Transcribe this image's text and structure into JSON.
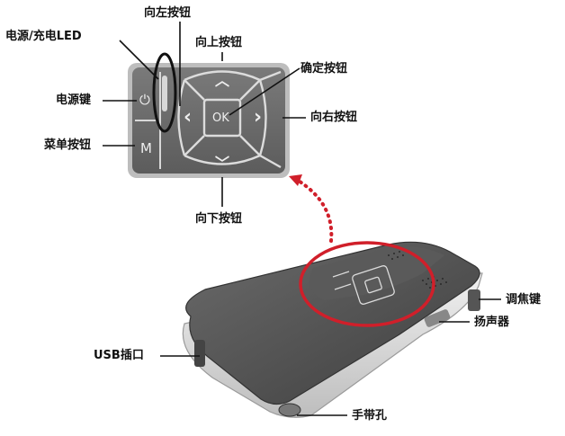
{
  "labels": {
    "power_led": "电源/充电LED",
    "left_button": "向左按钮",
    "up_button": "向上按钮",
    "ok_button": "确定按钮",
    "power_key": "电源键",
    "right_button": "向右按钮",
    "menu_button": "菜单按钮",
    "down_button": "向下按钮",
    "focus_key": "调焦键",
    "speaker": "扬声器",
    "usb_port": "USB插口",
    "strap_hole": "手带孔"
  },
  "keys": {
    "ok": "OK",
    "menu": "M",
    "power": "⏻",
    "left": "‹",
    "right": "›",
    "up": "︿",
    "down": "﹀"
  },
  "colors": {
    "panel_gray": "#6e6e6e",
    "highlight_red": "#d01f2a",
    "body_dark": "#4a4a4a",
    "body_silver": "#d9d9d9"
  }
}
